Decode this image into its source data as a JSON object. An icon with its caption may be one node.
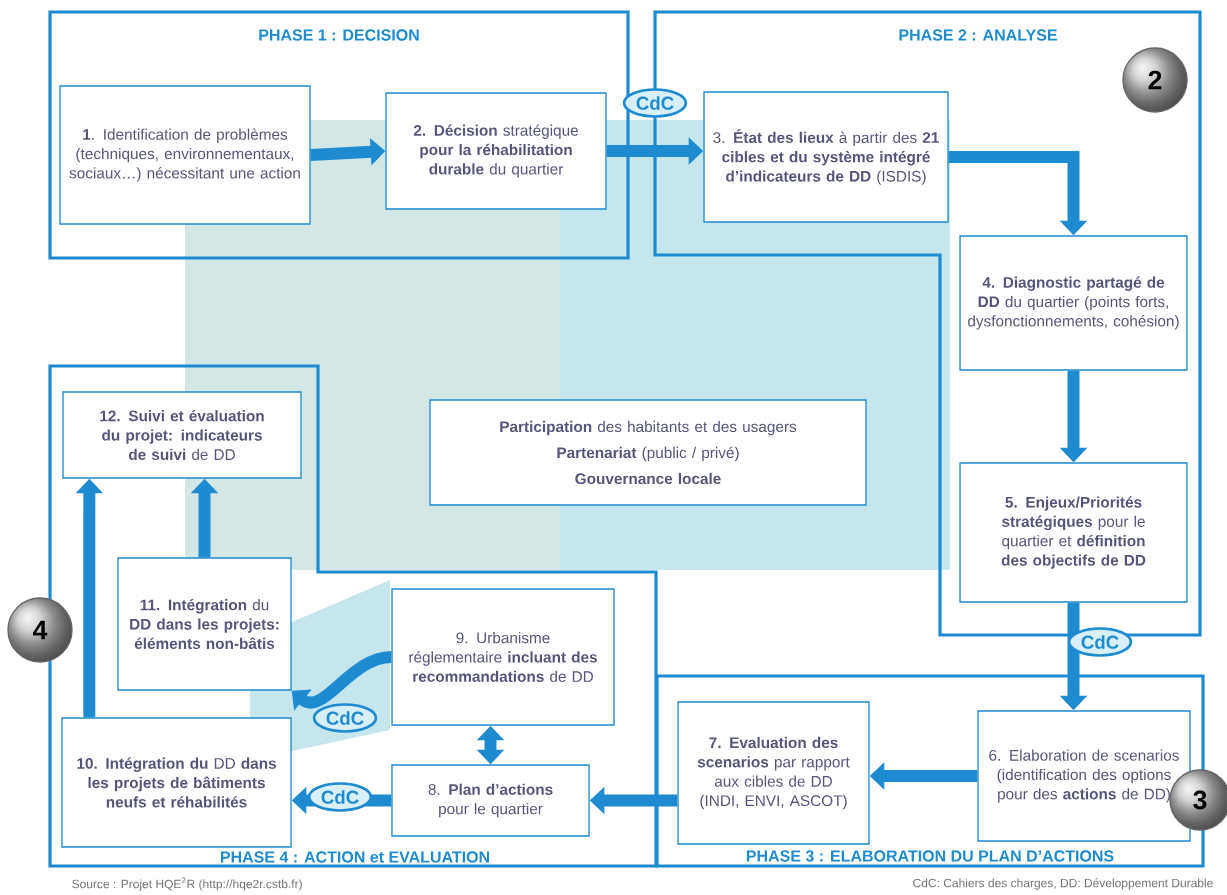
{
  "diagram": {
    "nodes": [
      {
        "text": [
          "PHASE 1 : DECISION"
        ]
      },
      {
        "text": [
          "**1**. Identification de problèmes (techniques, environnementaux, sociaux…) nécessitant une action"
        ],
        "in": 0
      },
      {
        "text": [
          "**2. Décision** stratégique **pour la réhabilitation durable** du quartier"
        ],
        "in": 0
      },
      {
        "text": [
          "PHASE 2 : ANALYSE"
        ]
      },
      {
        "text": [
          "2"
        ],
        "in": 3
      },
      {
        "text": [
          "3. **État des lieux** à partir des **21 cibles et du système intégré d’indicateurs de DD** (ISDIS)"
        ],
        "in": 3
      },
      {
        "text": [
          "**4. Diagnostic partagé de DD** du quartier (points forts, dysfonctionnements, cohésion)"
        ],
        "in": 3
      },
      {
        "text": [
          "**5. Enjeux/Priorités stratégiques** pour le quartier et **définition des objectifs de DD**"
        ],
        "in": 3
      },
      {
        "text": [
          "**Participation** des habitants et des usagers",
          "**Partenariat** (public / privé)",
          "Gouvernance locale"
        ]
      },
      {
        "text": [
          "PHASE 4 : ACTION et EVALUATION"
        ]
      },
      {
        "text": [
          "**12. Suivi et évaluation du projet: indicateurs de suivi** de DD"
        ],
        "in": 9
      },
      {
        "text": [
          "**11. Intégration** du **DD dans les projets: éléments non-bâtis**"
        ],
        "in": 9
      },
      {
        "text": [
          "4"
        ]
      },
      {
        "text": [
          "9. Urbanisme réglementaire **incluant des recommandations** de DD"
        ],
        "in": 9
      },
      {
        "text": [
          "**10. Intégration du** DD **dans les projets de bâtiments neufs et réhabilités**"
        ],
        "in": 9
      },
      {
        "text": [
          "8. **Plan d’actions** pour le quartier"
        ],
        "in": 9
      },
      {
        "text": [
          "PHASE 3 : ELABORATION DU PLAN D’ACTIONS"
        ]
      },
      {
        "text": [
          "**7. Evaluation des scenarios** par rapport aux cibles de DD (INDI, ENVI, ASCOT)"
        ],
        "in": 16
      },
      {
        "text": [
          "6. Elaboration de scenarios (identification des options pour des **actions** de DD)"
        ],
        "in": 16
      },
      {
        "text": [
          "3"
        ]
      }
    ],
    "edges": [
      {
        "from": 1,
        "to": 2,
        "arrow": "to"
      },
      {
        "from": 2,
        "to": 5,
        "arrow": "to",
        "label": "CdC"
      },
      {
        "from": 5,
        "to": 6,
        "arrow": "to"
      },
      {
        "from": 6,
        "to": 7,
        "arrow": "to"
      },
      {
        "from": 7,
        "to": 18,
        "arrow": "to",
        "label": "CdC"
      },
      {
        "from": 18,
        "to": 17,
        "arrow": "to"
      },
      {
        "from": 17,
        "to": 15,
        "arrow": "to"
      },
      {
        "from": 15,
        "to": 13,
        "arrow": "both"
      },
      {
        "from": 15,
        "to": 14,
        "arrow": "to",
        "label": "CdC"
      },
      {
        "from": 13,
        "to": 11,
        "arrow": "to",
        "label": "CdC"
      },
      {
        "from": 14,
        "to": 10,
        "arrow": "to"
      },
      {
        "from": 11,
        "to": 10,
        "arrow": "to"
      }
    ],
    "labels": [
      "Source : Projet HQE$^{2}$R (http://hqe2r.cstb.fr)",
      "CdC:  Cahiers des charges, DD: Développement Durable"
    ]
  }
}
